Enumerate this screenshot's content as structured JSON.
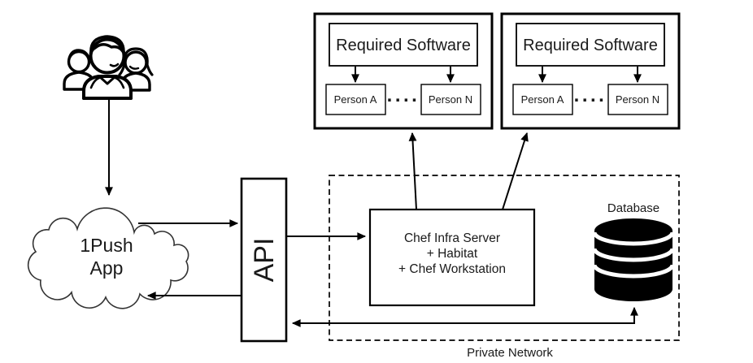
{
  "cloud": {
    "line1": "1Push",
    "line2": "App"
  },
  "api": {
    "label": "API"
  },
  "chef_server": {
    "line1": "Chef Infra Server",
    "line2": "+ Habitat",
    "line3": "+ Chef Workstation"
  },
  "database": {
    "label": "Database"
  },
  "private_network": {
    "label": "Private Network"
  },
  "software_groups": [
    {
      "title": "Required Software",
      "nodes": [
        "Person A",
        "Person N"
      ],
      "dots": "...."
    },
    {
      "title": "Required Software",
      "nodes": [
        "Person A",
        "Person N"
      ],
      "dots": "...."
    }
  ],
  "icons": {
    "users": "people-group-icon",
    "database": "database-cylinder-icon"
  },
  "colors": {
    "line": "#000000",
    "background": "#ffffff",
    "text": "#1a1a1a"
  }
}
